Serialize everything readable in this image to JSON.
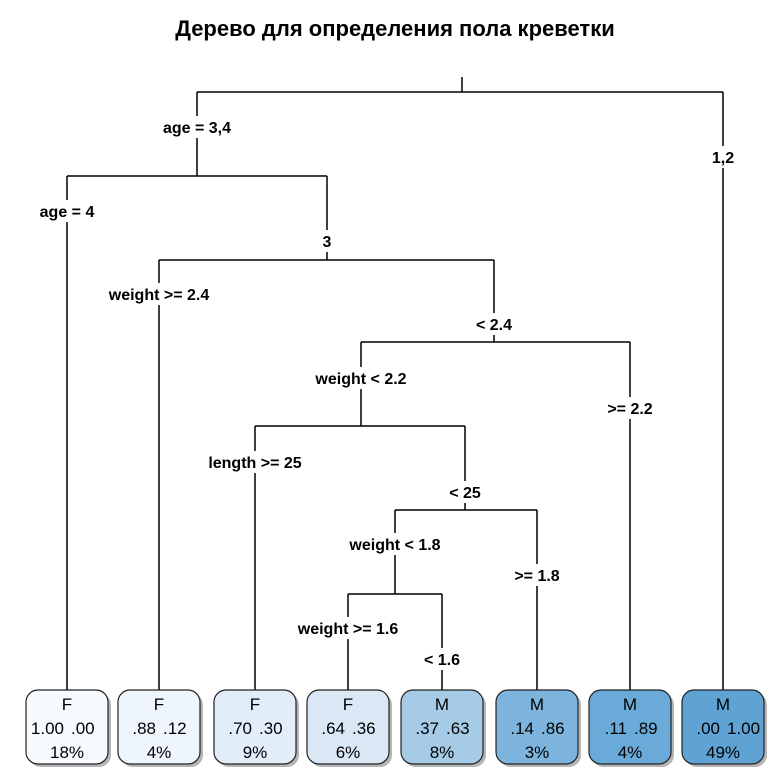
{
  "title": "Дерево для определения пола креветки",
  "splits": {
    "age_34": "age = 3,4",
    "right_12": "1,2",
    "age_4": "age = 4",
    "age_3": "3",
    "weight_ge_24": "weight >= 2.4",
    "weight_lt_24": "< 2.4",
    "weight_lt_22": "weight < 2.2",
    "weight_ge_22": ">= 2.2",
    "length_ge_25": "length >= 25",
    "length_lt_25": "< 25",
    "weight_lt_18": "weight < 1.8",
    "weight_ge_18": ">= 1.8",
    "weight_ge_16": "weight >= 1.6",
    "weight_lt_16": "< 1.6"
  },
  "leaves": [
    {
      "cls": "F",
      "p1": "1.00",
      "p2": ".00",
      "pct": "18%",
      "color": "#f7fbff"
    },
    {
      "cls": "F",
      "p1": ".88",
      "p2": ".12",
      "pct": "4%",
      "color": "#eef5fc"
    },
    {
      "cls": "F",
      "p1": ".70",
      "p2": ".30",
      "pct": "9%",
      "color": "#e1edf8"
    },
    {
      "cls": "F",
      "p1": ".64",
      "p2": ".36",
      "pct": "6%",
      "color": "#dae8f6"
    },
    {
      "cls": "M",
      "p1": ".37",
      "p2": ".63",
      "pct": "8%",
      "color": "#a6cbe6"
    },
    {
      "cls": "M",
      "p1": ".14",
      "p2": ".86",
      "pct": "3%",
      "color": "#7db4dd"
    },
    {
      "cls": "M",
      "p1": ".11",
      "p2": ".89",
      "pct": "4%",
      "color": "#6aaad8"
    },
    {
      "cls": "M",
      "p1": ".00",
      "p2": "1.00",
      "pct": "49%",
      "color": "#5fa2d4"
    }
  ]
}
